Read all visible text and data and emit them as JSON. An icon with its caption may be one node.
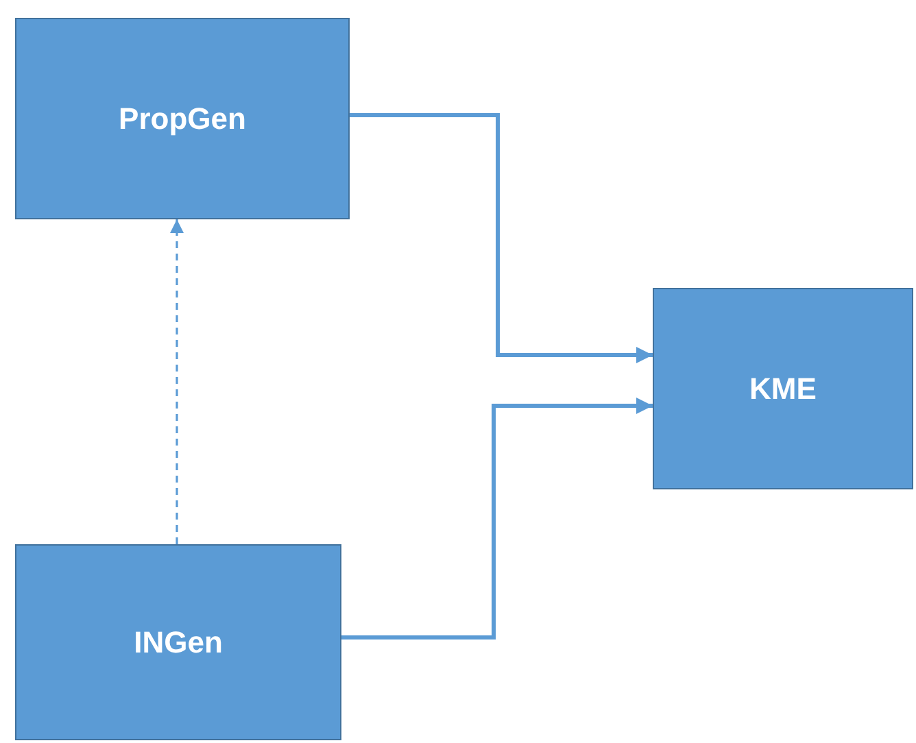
{
  "diagram": {
    "nodes": [
      {
        "text": [
          "PropGen"
        ]
      },
      {
        "text": [
          "KME"
        ]
      },
      {
        "text": [
          "INGen"
        ]
      }
    ],
    "edges": [
      {
        "from": 0,
        "to": 1,
        "arrow": "to"
      },
      {
        "from": 2,
        "to": 1,
        "arrow": "to"
      },
      {
        "from": 2,
        "to": 0,
        "arrow": "to",
        "style": "dashed"
      }
    ]
  }
}
